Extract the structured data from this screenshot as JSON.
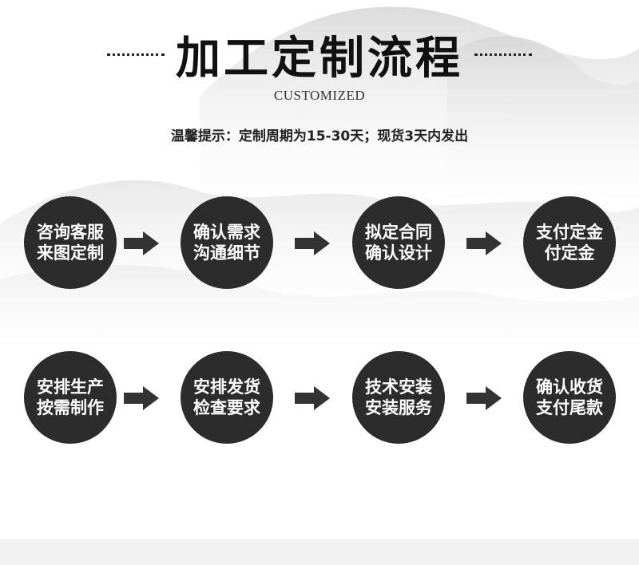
{
  "header": {
    "title": "加工定制流程",
    "subtitle": "CUSTOMIZED",
    "notice": "温馨提示：定制周期为15-30天；现货3天内发出"
  },
  "steps_row1": [
    {
      "line1": "咨询客服",
      "line2": "来图定制"
    },
    {
      "line1": "确认需求",
      "line2": "沟通细节"
    },
    {
      "line1": "拟定合同",
      "line2": "确认设计"
    },
    {
      "line1": "支付定金",
      "line2": "付定金"
    }
  ],
  "steps_row2": [
    {
      "line1": "安排生产",
      "line2": "按需制作"
    },
    {
      "line1": "安排发货",
      "line2": "检查要求"
    },
    {
      "line1": "技术安装",
      "line2": "安装服务"
    },
    {
      "line1": "确认收货",
      "line2": "支付尾款"
    }
  ],
  "colors": {
    "circle": "#2c2c2c",
    "arrow": "#333333",
    "title": "#111111"
  }
}
